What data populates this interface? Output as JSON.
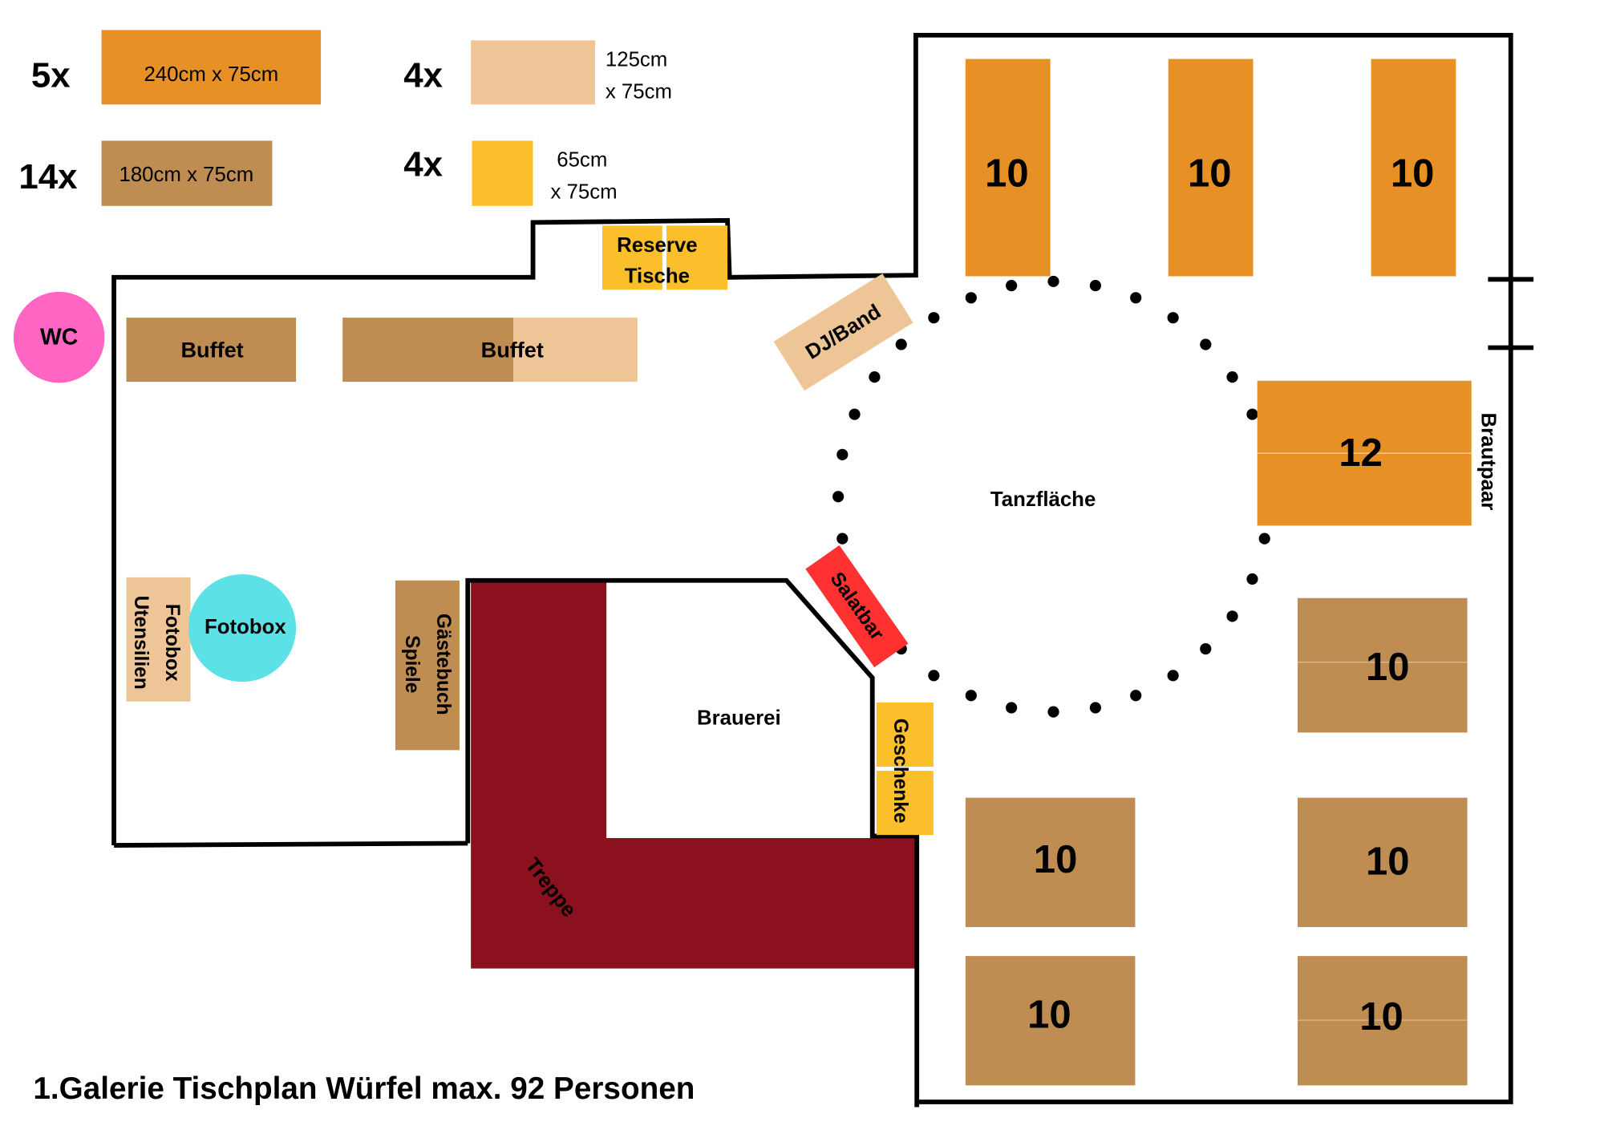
{
  "title": "1.Galerie Tischplan Würfel max. 92 Personen",
  "colors": {
    "orange_table": "#E69026",
    "light_table": "#EEC596",
    "brown_table": "#BF8D52",
    "yellow_table": "#FBBF2B",
    "wc": "#FF66C4",
    "fotobox": "#5CE1E6",
    "salatbar": "#FF3131",
    "treppe": "#8B111F",
    "wall": "#000000"
  },
  "legend": [
    {
      "count": "5x",
      "size": "240cm x 75cm"
    },
    {
      "count": "4x",
      "size_line1": "125cm",
      "size_line2": "x 75cm"
    },
    {
      "count": "14x",
      "size": "180cm x 75cm"
    },
    {
      "count": "4x",
      "size_line1": "65cm",
      "size_line2": "x 75cm"
    }
  ],
  "labels": {
    "reserve_line1": "Reserve",
    "reserve_line2": "Tische",
    "wc": "WC",
    "buffet1": "Buffet",
    "buffet2": "Buffet",
    "dj": "DJ/Band",
    "dance_floor": "Tanzfläche",
    "brautpaar": "Brautpaar",
    "salatbar": "Salatbar",
    "geschenke": "Geschenke",
    "brauerei": "Brauerei",
    "treppe": "Treppe",
    "gaestebuch": "Gästebuch",
    "spiele": "Spiele",
    "fotobox_util_line1": "Fotobox",
    "fotobox_util_line2": "Utensilien",
    "fotobox": "Fotobox"
  },
  "tables": [
    {
      "seats": "10"
    },
    {
      "seats": "10"
    },
    {
      "seats": "10"
    },
    {
      "seats": "12"
    },
    {
      "seats": "10"
    },
    {
      "seats": "10"
    },
    {
      "seats": "10"
    },
    {
      "seats": "10"
    },
    {
      "seats": "10"
    }
  ]
}
